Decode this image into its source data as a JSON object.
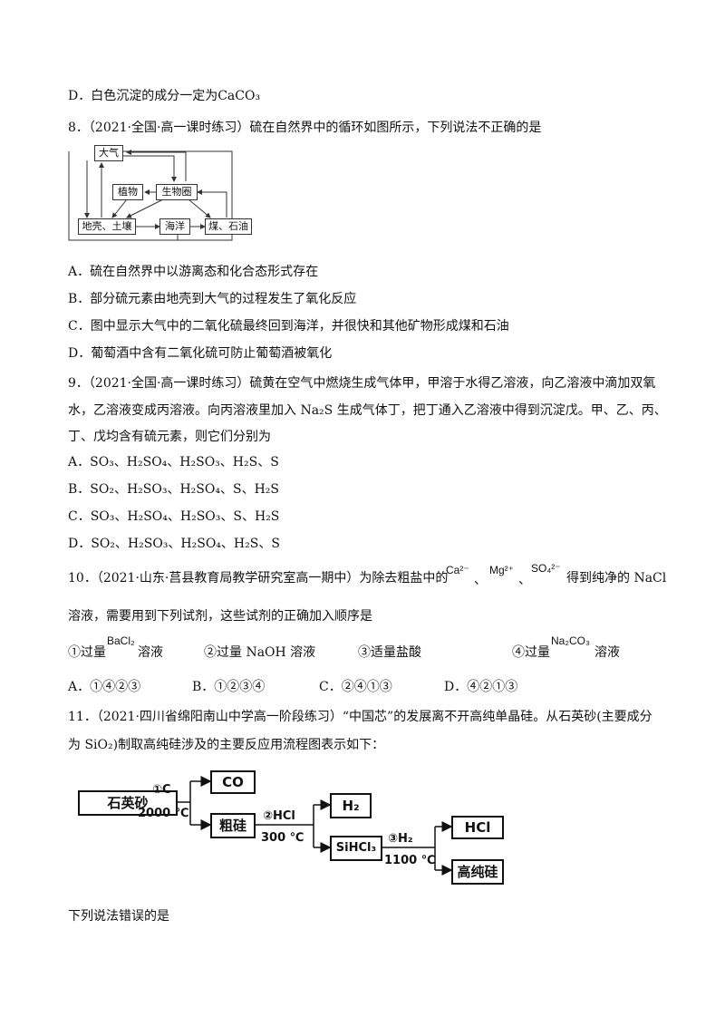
{
  "q7": {
    "optD": "D．白色沉淀的成分一定为CaCO₃"
  },
  "q8": {
    "stem": "8．（2021·全国·高一课时练习）硫在自然界中的循环如图所示，下列说法不正确的是",
    "diagram": {
      "atmosphere": "大气",
      "plants": "植物",
      "biosphere": "生物圈",
      "crust": "地壳、土壤",
      "ocean": "海洋",
      "coal": "煤、石油"
    },
    "options": [
      "A．硫在自然界中以游离态和化合态形式存在",
      "B．部分硫元素由地壳到大气的过程发生了氧化反应",
      "C．图中显示大气中的二氧化硫最终回到海洋，并很快和其他矿物形成煤和石油",
      "D．葡萄酒中含有二氧化硫可防止葡萄酒被氧化"
    ]
  },
  "q9": {
    "stem1": "9．（2021·全国·高一课时练习）硫黄在空气中燃烧生成气体甲，甲溶于水得乙溶液，向乙溶液中滴加双氧",
    "stem2": "水，乙溶液变成丙溶液。向丙溶液里加入 Na₂S 生成气体丁，把丁通入乙溶液中得到沉淀戊。甲、乙、丙、",
    "stem3": "丁、戊均含有硫元素，则它们分别为",
    "options": [
      "A．SO₃、H₂SO₄、H₂SO₃、H₂S、S",
      "B．SO₂、H₂SO₃、H₂SO₄、S、H₂S",
      "C．SO₃、H₂SO₄、H₂SO₃、S、H₂S",
      "D．SO₂、H₂SO₃、H₂SO₄、H₂S、S"
    ]
  },
  "q10": {
    "stem_a": "10．（2021·山东·莒县教育局教学研究室高一期中）为除去粗盐中的",
    "ion1": "Ca²⁻",
    "sep1": "、",
    "ion2": "Mg²⁺",
    "sep2": "、",
    "ion3": "SO₄²⁻",
    "stem_b": "得到纯净的 NaCl",
    "stem2": "溶液，需要用到下列试剂，这些试剂的正确加入顺序是",
    "r1a": "①过量",
    "r1f": "BaCl₂",
    "r1b": "溶液",
    "r2": "②过量 NaOH 溶液",
    "r3": "③适量盐酸",
    "r4a": "④过量",
    "r4f": "Na₂CO₃",
    "r4b": "溶液",
    "opts": [
      "A．①④②③",
      "B．①②③④",
      "C．②④①③",
      "D．④②①③"
    ]
  },
  "q11": {
    "stem1": "11．（2021·四川省绵阳南山中学高一阶段练习）“中国芯”的发展离不开高纯单晶硅。从石英砂(主要成分",
    "stem2": "为 SiO₂)制取高纯硅涉及的主要反应用流程图表示如下：",
    "flow": {
      "quartz": "石英砂",
      "co": "CO",
      "crude": "粗硅",
      "h2": "H₂",
      "sihcl3": "SiHCl₃",
      "hcl": "HCl",
      "pure": "高纯硅",
      "step1": "①C",
      "t1": "2000 ℃",
      "step2": "②HCl",
      "t2": "300 ℃",
      "step3": "③H₂",
      "t3": "1100 ℃"
    },
    "tail": "下列说法错误的是"
  }
}
